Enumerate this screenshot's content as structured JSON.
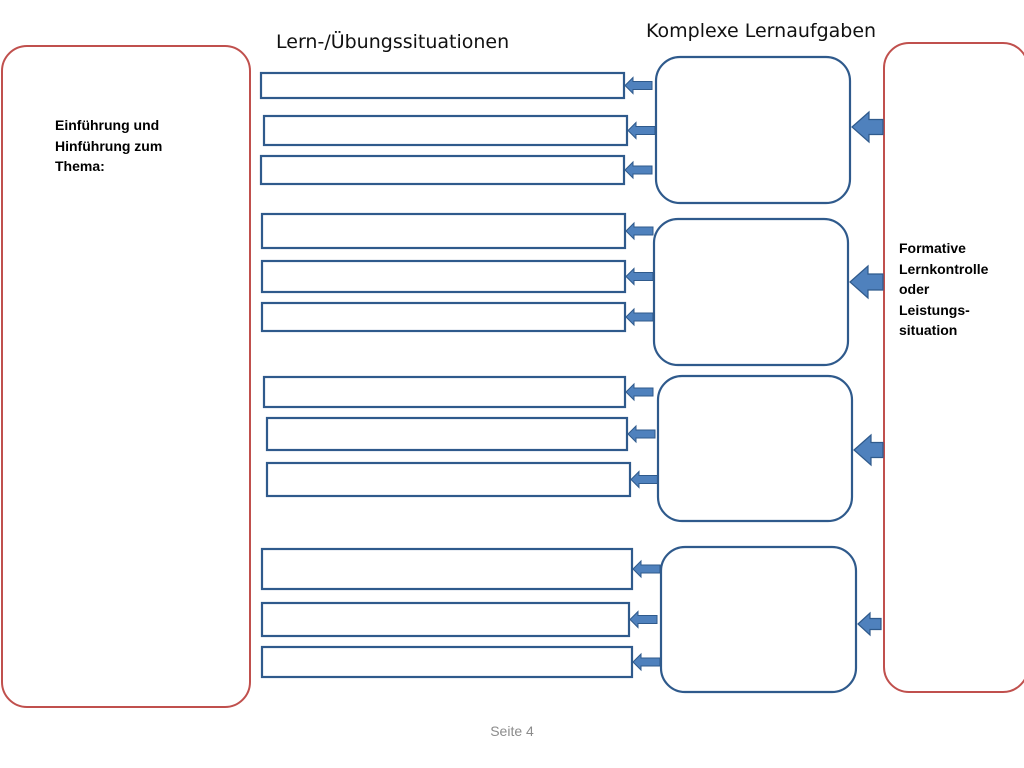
{
  "headings": {
    "learning_situations": "Lern-/Übungssituationen",
    "complex_tasks": "Komplexe Lernaufgaben"
  },
  "left_panel": {
    "lines": [
      "Einführung und",
      "Hinführung zum",
      "Thema:"
    ]
  },
  "right_panel": {
    "lines": [
      "Formative",
      "Lernkontrolle",
      "oder",
      "Leistungs-",
      "situation"
    ]
  },
  "groups": [
    {
      "situations": [
        "",
        "",
        ""
      ],
      "task": ""
    },
    {
      "situations": [
        "",
        "",
        ""
      ],
      "task": ""
    },
    {
      "situations": [
        "",
        "",
        ""
      ],
      "task": ""
    },
    {
      "situations": [
        "",
        "",
        ""
      ],
      "task": ""
    }
  ],
  "footer": {
    "page_label": "Seite 4"
  },
  "colors": {
    "panel_border": "#c0504d",
    "box_border": "#2f5a8c",
    "arrow_fill": "#4f81bd",
    "arrow_stroke": "#2f5a8c",
    "footer_text": "#8c8c8c"
  }
}
